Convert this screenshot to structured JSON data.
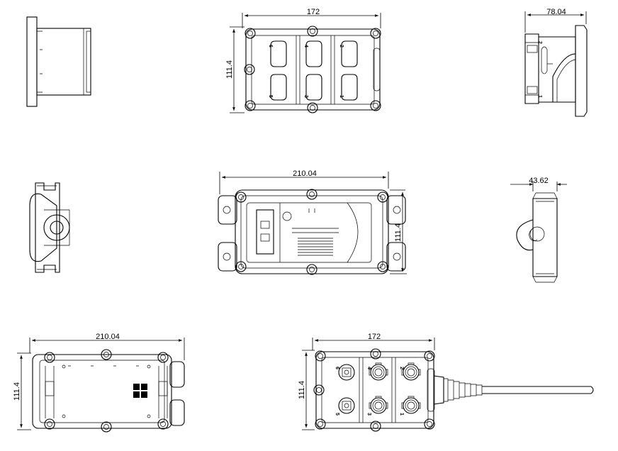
{
  "dimensions": {
    "front_top_width": "172",
    "front_top_height": "111.4",
    "side_top_width": "78.04",
    "plan_mid_width": "210.04",
    "plan_mid_height": "111.4",
    "side_mid_width": "43.62",
    "bottom_left_width": "210.04",
    "bottom_left_height": "111.4",
    "bottom_right_width": "172",
    "bottom_right_height": "111.4"
  },
  "ports": {
    "top": [
      "6",
      "4",
      "2",
      "5",
      "3",
      "1"
    ],
    "side": [
      "2",
      "1"
    ],
    "bottom": [
      "6",
      "4",
      "2",
      "5",
      "3",
      "1"
    ]
  },
  "colors": {
    "line": "#000000",
    "background": "#ffffff"
  }
}
